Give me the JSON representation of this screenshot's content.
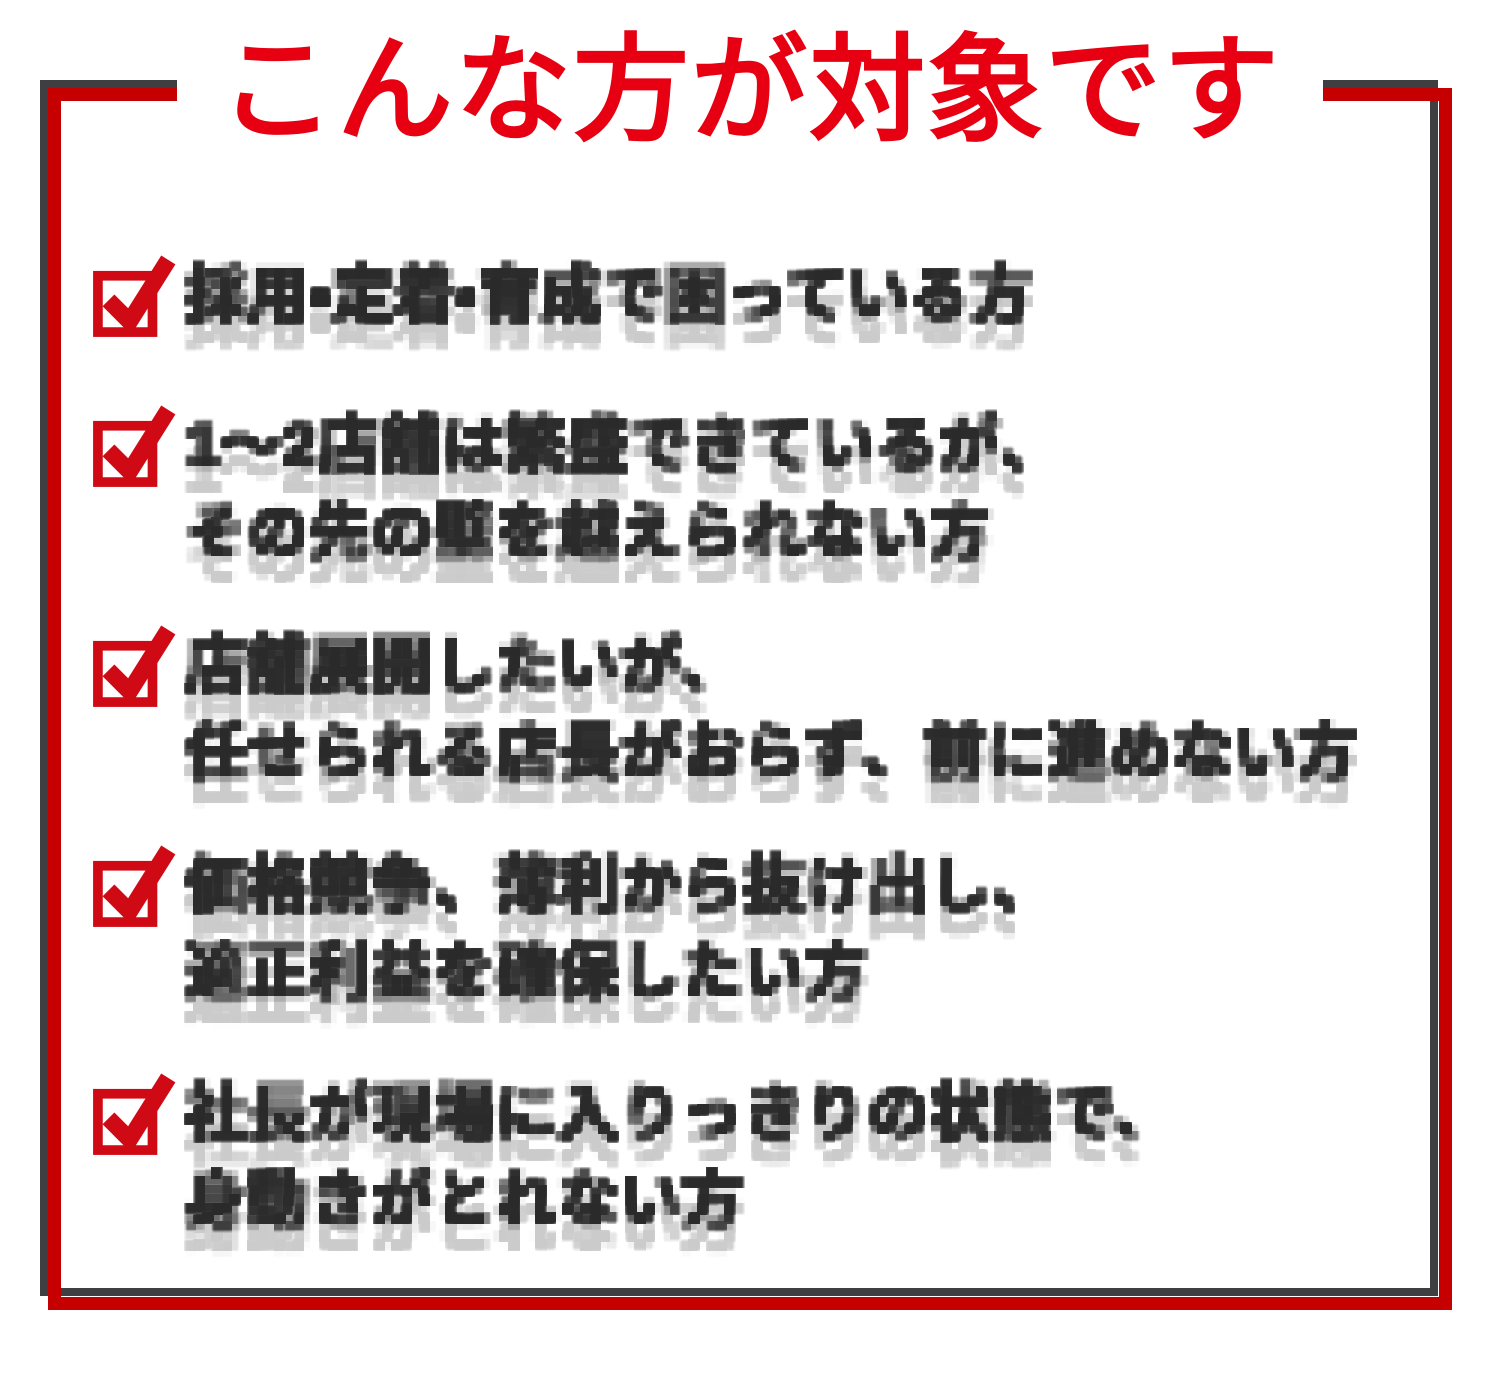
{
  "page": {
    "background": "#ffffff"
  },
  "frame": {
    "border_color": "#c60000",
    "shadow_color": "#3f3f42"
  },
  "header": {
    "title": "こんな方が対象です",
    "title_color": "#e60012"
  },
  "checklist": {
    "checkbox_icon": "red-checked-checkbox-icon",
    "checkbox_color": "#d00a14",
    "text_color": "#2b2b2b",
    "items": [
      {
        "text": "採用・定着・育成で困っている方"
      },
      {
        "text": "1〜2店舗は繁盛できているが、\nその先の壁を越えられない方"
      },
      {
        "text": "店舗展開したいが、\n任せられる店長がおらず、前に進めない方"
      },
      {
        "text": "価格競争、薄利から抜け出し、\n適正利益を確保したい方"
      },
      {
        "text": "社長が現場に入りっきりの状態で、\n身動きがとれない方"
      }
    ]
  }
}
